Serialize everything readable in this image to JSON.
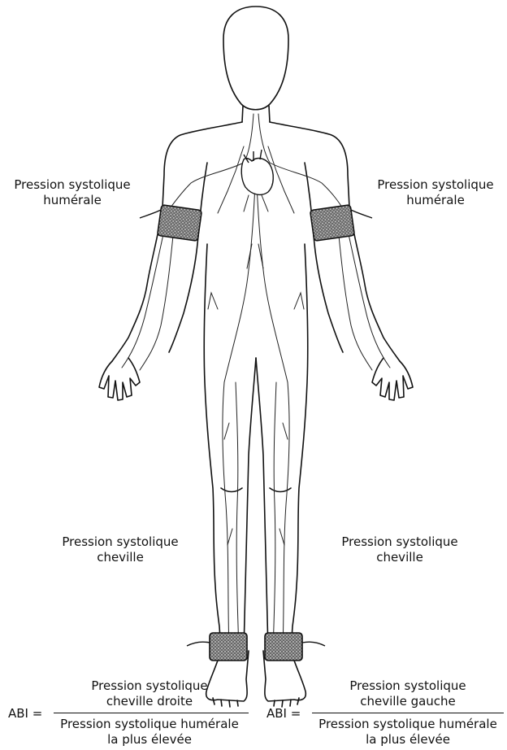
{
  "labels": {
    "brachial_left": [
      "Pression systolique",
      "humérale"
    ],
    "brachial_right": [
      "Pression systolique",
      "humérale"
    ],
    "ankle_left": [
      "Pression systolique",
      "cheville"
    ],
    "ankle_right": [
      "Pression systolique",
      "cheville"
    ]
  },
  "formulas": [
    {
      "lhs": "ABI =",
      "numerator": [
        "Pression systolique",
        "cheville droite"
      ],
      "denominator": [
        "Pression systolique humérale",
        "la plus élevée"
      ]
    },
    {
      "lhs": "ABI =",
      "numerator": [
        "Pression systolique",
        "cheville gauche"
      ],
      "denominator": [
        "Pression systolique humérale",
        "la plus élevée"
      ]
    }
  ],
  "colors": {
    "ink": "#111111",
    "cuff_fill": "#555555",
    "background": "#ffffff"
  }
}
